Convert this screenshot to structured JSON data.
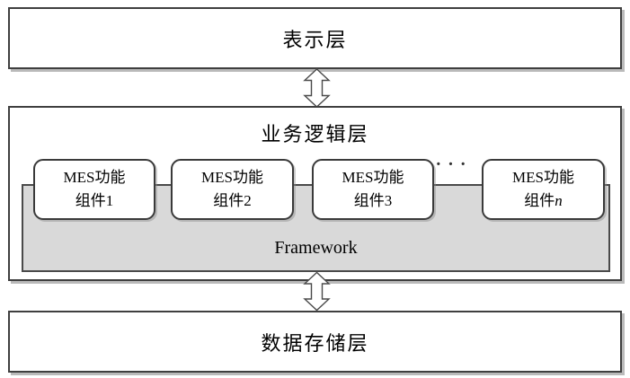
{
  "diagram": {
    "presentation_layer": {
      "label": "表示层"
    },
    "business_layer": {
      "label": "业务逻辑层",
      "framework_label": "Framework",
      "components": [
        {
          "line1": "MES功能",
          "line2_prefix": "组件",
          "line2_suffix": "1"
        },
        {
          "line1": "MES功能",
          "line2_prefix": "组件",
          "line2_suffix": "2"
        },
        {
          "line1": "MES功能",
          "line2_prefix": "组件",
          "line2_suffix": "3"
        },
        {
          "line1": "MES功能",
          "line2_prefix": "组件",
          "line2_suffix": "n"
        }
      ],
      "ellipsis": "···"
    },
    "data_layer": {
      "label": "数据存储层"
    },
    "colors": {
      "framework_fill": "#d9d9d9",
      "box_border": "#3f3f3f",
      "shadow": "#a0a0a0",
      "arrow_outline": "#4a4a4a"
    }
  }
}
